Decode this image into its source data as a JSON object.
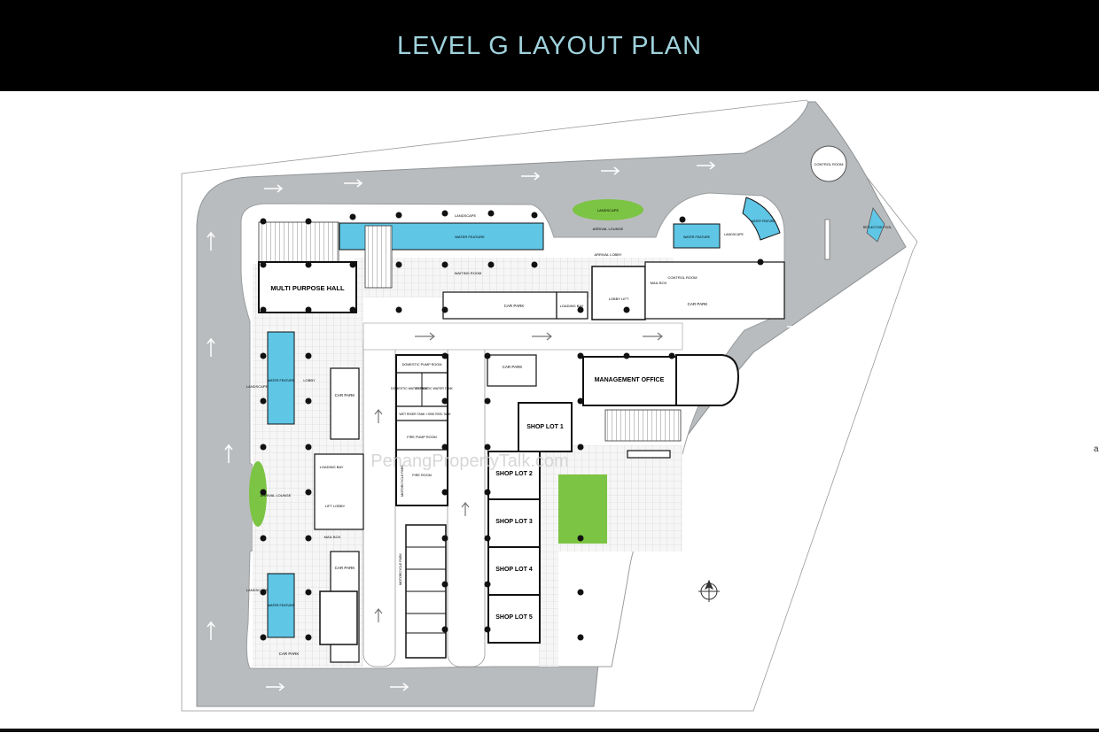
{
  "title": "LEVEL G LAYOUT PLAN",
  "watermark": "PenangPropertyTalk.com",
  "stray_char": "a",
  "colors": {
    "header_bg": "#000000",
    "title_text": "#9fd2dc",
    "road": "#b9bcbe",
    "water": "#5fc6e6",
    "landscape": "#7cc443",
    "tile_floor": "#f3f3f3",
    "wall": "#111111"
  },
  "labels": {
    "multi_purpose_hall": "MULTI PURPOSE HALL",
    "management_office": "MANAGEMENT OFFICE",
    "shop_lot_1": "SHOP LOT 1",
    "shop_lot_2": "SHOP LOT 2",
    "shop_lot_3": "SHOP LOT 3",
    "shop_lot_4": "SHOP LOT 4",
    "shop_lot_5": "SHOP LOT 5",
    "landscape": "LANDSCAPE",
    "water_feature": "WATER FEATURE",
    "arrival_lounge": "ARRIVAL LOUNGE",
    "arrival_lobby": "ARRIVAL LOBBY",
    "waiting_room": "WAITING ROOM",
    "car_park": "CAR PARK",
    "loading_bay": "LOADING BAY",
    "lobby_lift": "LOBBY LIFT",
    "mail_box": "MAIL BOX",
    "control_room": "CONTROL ROOM",
    "reflective_pool": "REFLECTIVE POOL",
    "lobby": "LOBBY",
    "domestic_pump_room": "DOMESTIC PUMP ROOM",
    "domestic_water_tank": "DOMESTIC WATER TANK",
    "wet_riser_tank": "WET RISER TANK",
    "hose_reel_tank": "HOSE REEL TANK",
    "fire_pump_room": "FIRE PUMP ROOM",
    "fire_room": "FIRE ROOM",
    "motorcycle_park": "MOTORCYCLE PARK",
    "lift_lobby": "LIFT LOBBY"
  }
}
